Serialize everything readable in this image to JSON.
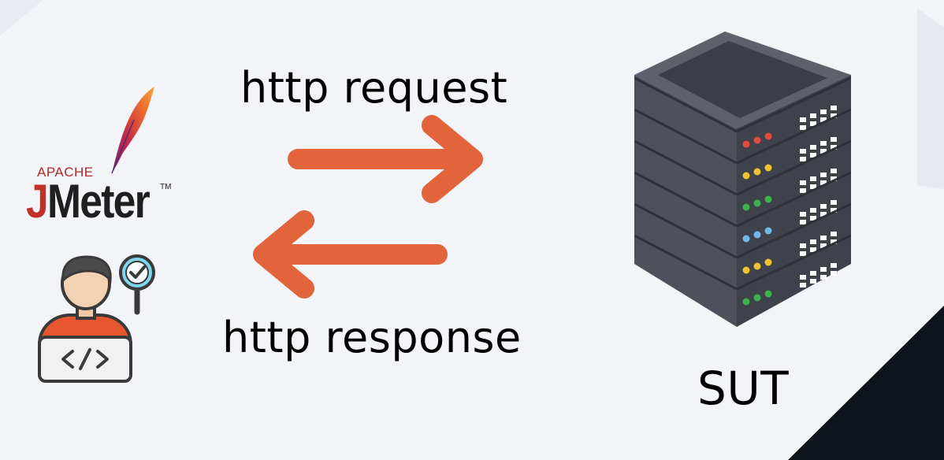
{
  "logo": {
    "apache": "APACHE",
    "j": "J",
    "meter": "Meter",
    "tm": "TM"
  },
  "labels": {
    "request": "http request",
    "response": "http response",
    "sut": "SUT"
  },
  "colors": {
    "background": "#f3f4f8",
    "arrow": "#e2643a",
    "corner": "#0f141c",
    "server_body": "#4f505c",
    "server_top": "#5f616c"
  },
  "icons": {
    "client": "developer-laptop-icon",
    "check": "magnifier-check-icon",
    "server": "server-rack-icon",
    "feather": "apache-feather-icon"
  }
}
